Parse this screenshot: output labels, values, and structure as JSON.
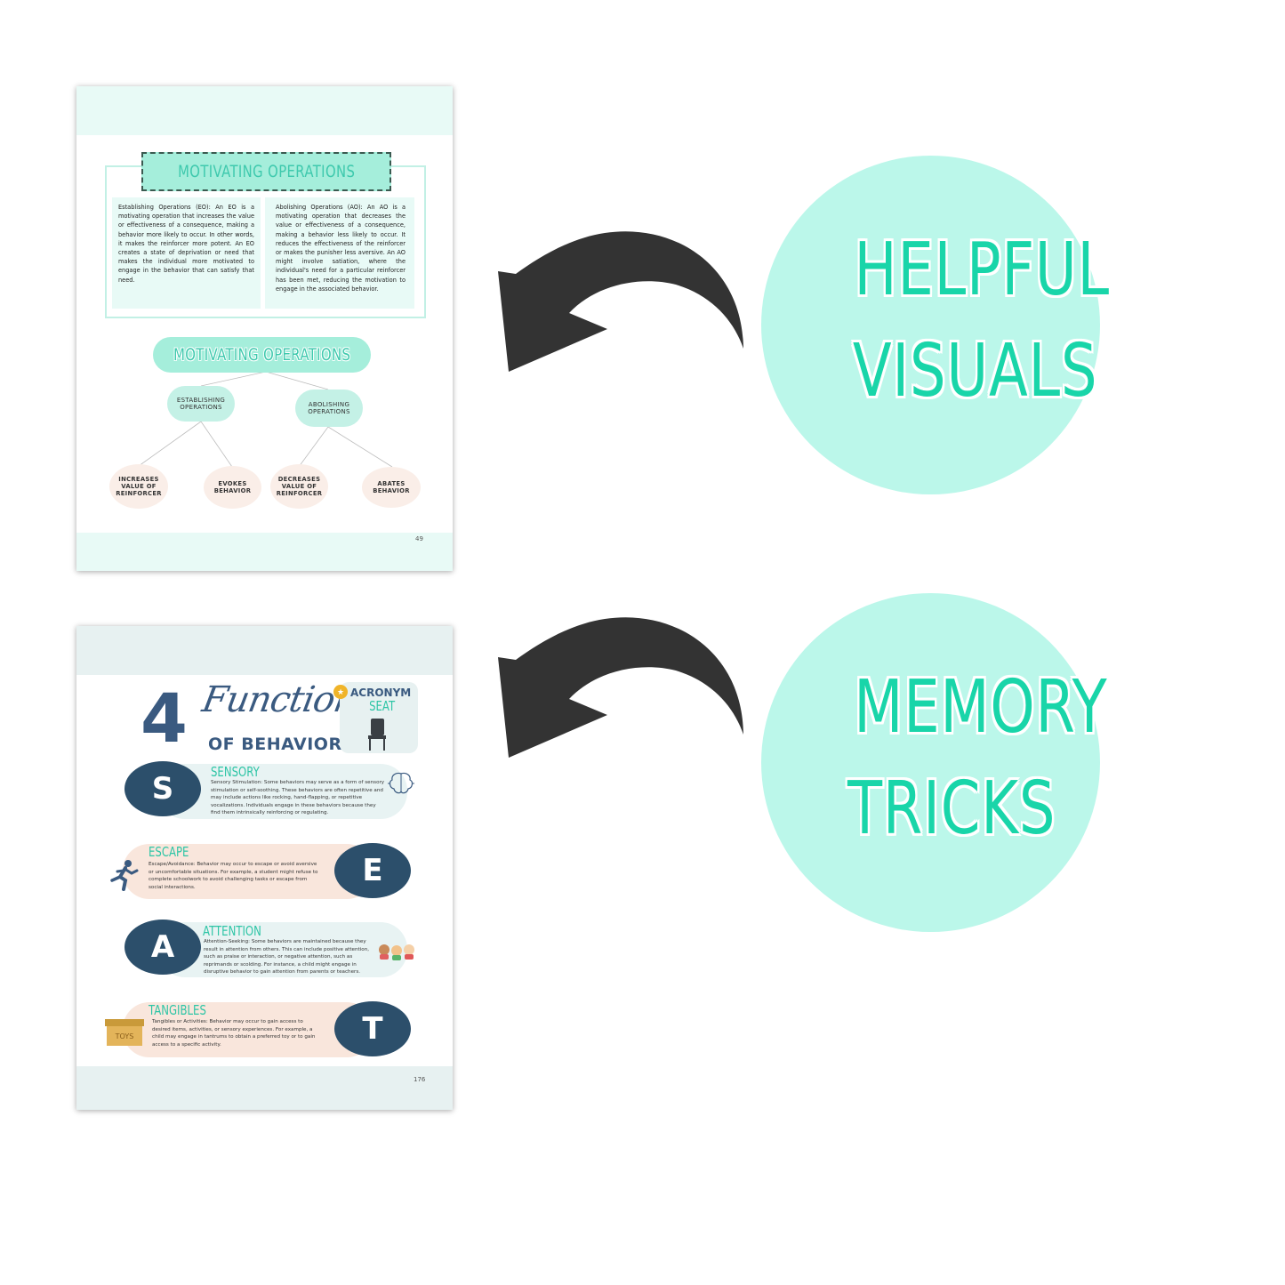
{
  "page1": {
    "card_title": "MOTIVATING OPERATIONS",
    "eo_text": "Establishing Operations (EO): An EO is a motivating operation that increases the value or effectiveness of a consequence, making a behavior more likely to occur. In other words, it makes the reinforcer more potent. An EO creates a state of deprivation or need that makes the individual more motivated to engage in the behavior that can satisfy that need.",
    "ao_text": "Abolishing Operations (AO): An AO is a motivating operation that decreases the value or effectiveness of a consequence, making a behavior less likely to occur. It reduces the effectiveness of the reinforcer or makes the punisher less aversive. An AO might involve satiation, where the individual's need for a particular reinforcer has been met, reducing the motivation to engage in the associated behavior.",
    "tree_title": "MOTIVATING OPERATIONS",
    "establishing": [
      "ESTABLISHING",
      "OPERATIONS"
    ],
    "abolishing": [
      "ABOLISHING",
      "OPERATIONS"
    ],
    "leaf1": [
      "INCREASES",
      "VALUE OF",
      "REINFORCER"
    ],
    "leaf2": [
      "EVOKES",
      "BEHAVIOR"
    ],
    "leaf3": [
      "DECREASES",
      "VALUE OF",
      "REINFORCER"
    ],
    "leaf4": [
      "ABATES",
      "BEHAVIOR"
    ],
    "page_number": "49"
  },
  "page2": {
    "number": "4",
    "functions": "Functions",
    "of_behavior": "OF BEHAVIOR",
    "acronym_label": "ACRONYM",
    "acronym_word": "SEAT",
    "items": [
      {
        "letter": "S",
        "title": "SENSORY",
        "text": "Sensory Stimulation: Some behaviors may serve as a form of sensory stimulation or self-soothing. These behaviors are often repetitive and may include actions like rocking, hand-flapping, or repetitive vocalizations. Individuals engage in these behaviors because they find them intrinsically reinforcing or regulating."
      },
      {
        "letter": "E",
        "title": "ESCAPE",
        "text": "Escape/Avoidance: Behavior may occur to escape or avoid aversive or uncomfortable situations. For example, a student might refuse to complete schoolwork to avoid challenging tasks or escape from social interactions."
      },
      {
        "letter": "A",
        "title": "ATTENTION",
        "text": "Attention-Seeking: Some behaviors are maintained because they result in attention from others. This can include positive attention, such as praise or interaction, or negative attention, such as reprimands or scolding. For instance, a child might engage in disruptive behavior to gain attention from parents or teachers."
      },
      {
        "letter": "T",
        "title": "TANGIBLES",
        "text": "Tangibles or Activities: Behavior may occur to gain access to desired items, activities, or sensory experiences. For example, a child may engage in tantrums to obtain a preferred toy or to gain access to a specific activity."
      }
    ],
    "toys_label": "TOYS",
    "page_number": "176"
  },
  "callouts": {
    "visuals": [
      "HELPFUL",
      "VISUALS"
    ],
    "memory": [
      "MEMORY",
      "TRICKS"
    ]
  },
  "colors": {
    "mint": "#bbf7ea",
    "teal_text": "#19d5a9",
    "navy": "#2c4f6b",
    "arrow": "#333333",
    "peach": "#f9e6dc"
  }
}
